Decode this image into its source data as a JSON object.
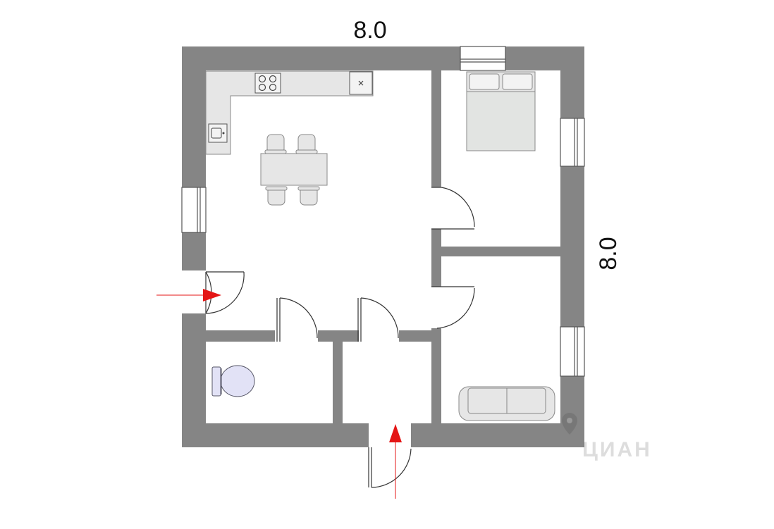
{
  "dimensions": {
    "width_label": "8.0",
    "height_label": "8.0"
  },
  "watermark": {
    "text": "ЦИАН"
  },
  "colors": {
    "wall": "#858585",
    "outline": "#444444",
    "furniture": "#e6e6e6",
    "toilet": "#e2e2f6",
    "arrow": "#e41515"
  }
}
